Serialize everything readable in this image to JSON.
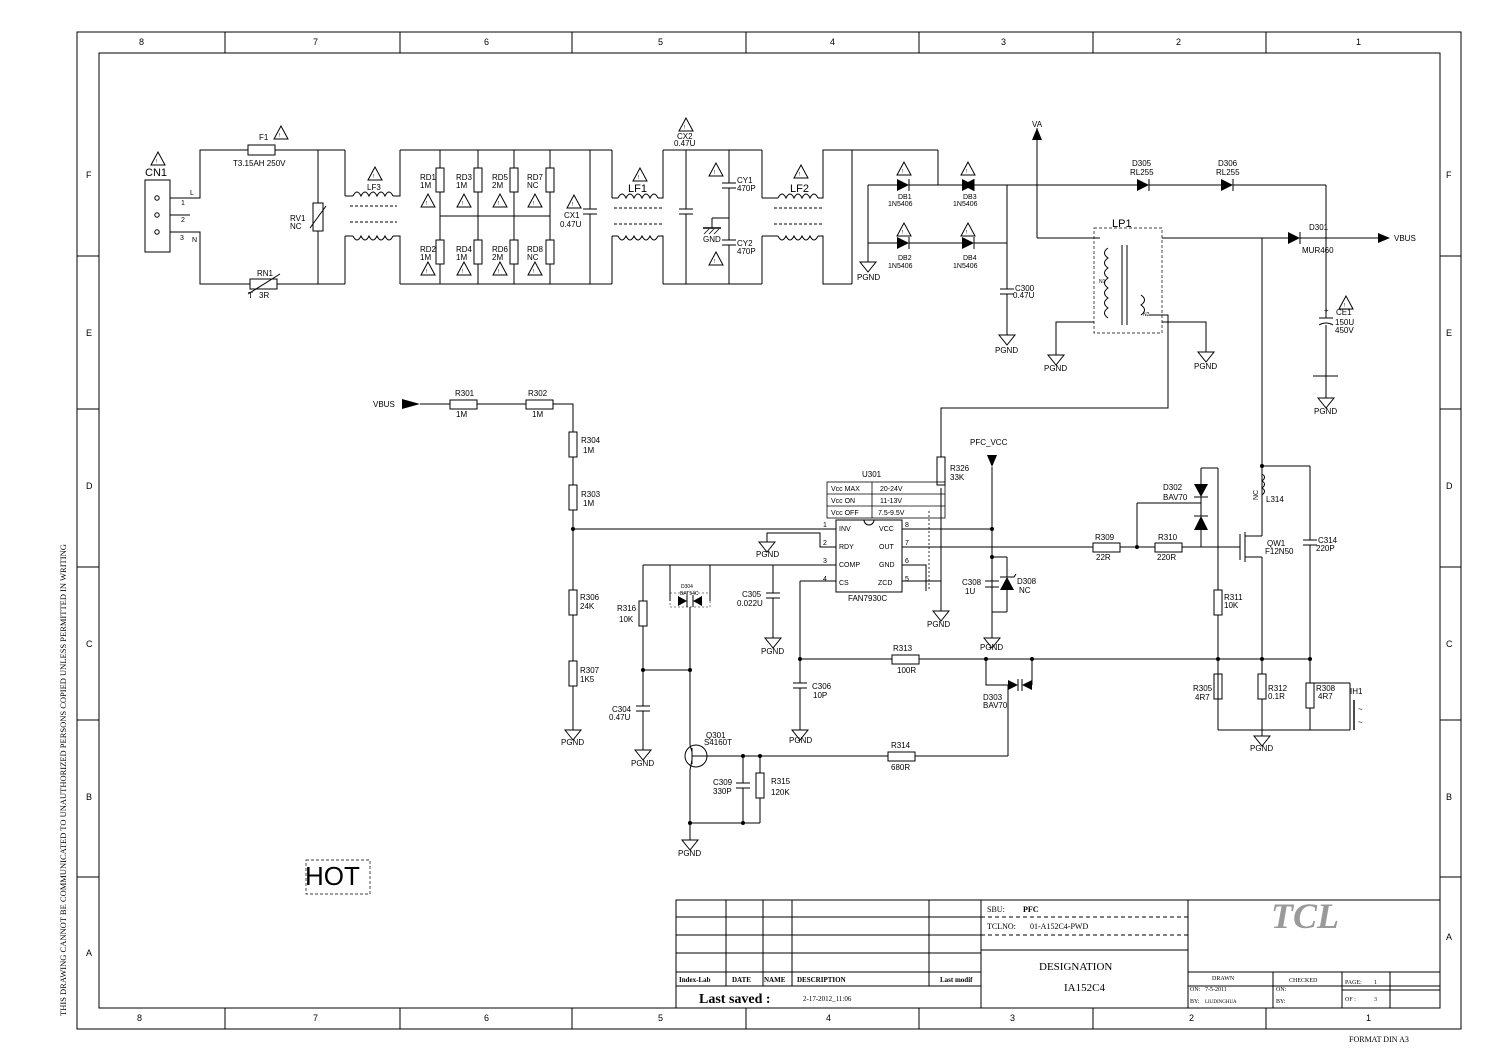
{
  "frame": {
    "columns": [
      "8",
      "7",
      "6",
      "5",
      "4",
      "3",
      "2",
      "1"
    ],
    "rows": [
      "F",
      "E",
      "D",
      "C",
      "B",
      "A"
    ],
    "side_note": "THIS DRAWING CANNOT BE COMMUNICATED TO UNAUTHORIZED PERSONS COPIED UNLESS PERMITTED IN WRITING",
    "format": "FORMAT DIN A3"
  },
  "hot_label": "HOT",
  "components": {
    "cn1": {
      "ref": "CN1",
      "pins": [
        "1",
        "2",
        "3"
      ],
      "l": "L",
      "n": "N"
    },
    "f1": {
      "ref": "F1",
      "value": "T3.15AH 250V"
    },
    "rv1": {
      "ref": "RV1",
      "value": "NC"
    },
    "rn1": {
      "ref": "RN1",
      "value": "3R",
      "t": "T"
    },
    "lf3": {
      "ref": "LF3"
    },
    "lf1": {
      "ref": "LF1"
    },
    "lf2": {
      "ref": "LF2"
    },
    "rd": [
      {
        "ref": "RD1",
        "value": "1M"
      },
      {
        "ref": "RD3",
        "value": "1M"
      },
      {
        "ref": "RD5",
        "value": "2M"
      },
      {
        "ref": "RD7",
        "value": "NC"
      },
      {
        "ref": "RD2",
        "value": "1M"
      },
      {
        "ref": "RD4",
        "value": "1M"
      },
      {
        "ref": "RD6",
        "value": "2M"
      },
      {
        "ref": "RD8",
        "value": "NC"
      }
    ],
    "cx1": {
      "ref": "CX1",
      "value": "0.47U"
    },
    "cx2": {
      "ref": "CX2",
      "value": "0.47U"
    },
    "cy1": {
      "ref": "CY1",
      "value": "470P"
    },
    "cy2": {
      "ref": "CY2",
      "value": "470P"
    },
    "db": [
      {
        "ref": "DB1",
        "value": "1N5406"
      },
      {
        "ref": "DB3",
        "value": "1N5406"
      },
      {
        "ref": "DB2",
        "value": "1N5406"
      },
      {
        "ref": "DB4",
        "value": "1N5406"
      }
    ],
    "c300": {
      "ref": "C300",
      "value": "0.47U"
    },
    "va": "VA",
    "d305": {
      "ref": "D305",
      "value": "RL255"
    },
    "d306": {
      "ref": "D306",
      "value": "RL255"
    },
    "lp1": {
      "ref": "LP1",
      "n1": "N1",
      "n2": "N2"
    },
    "d301": {
      "ref": "D301",
      "value": "MUR460"
    },
    "vbus_out": "VBUS",
    "ce1": {
      "ref": "CE1",
      "value1": "150U",
      "value2": "450V"
    },
    "vbus_in": "VBUS",
    "r301": {
      "ref": "R301",
      "value": "1M"
    },
    "r302": {
      "ref": "R302",
      "value": "1M"
    },
    "r304": {
      "ref": "R304",
      "value": "1M"
    },
    "r303": {
      "ref": "R303",
      "value": "1M"
    },
    "r306": {
      "ref": "R306",
      "value": "24K"
    },
    "r307": {
      "ref": "R307",
      "value": "1K5"
    },
    "r326": {
      "ref": "R326",
      "value": "33K"
    },
    "pfc_vcc": "PFC_VCC",
    "u301": {
      "ref": "U301",
      "part": "FAN7930C",
      "table": [
        [
          "Vcc MAX",
          "20-24V"
        ],
        [
          "Vcc ON",
          "11-13V"
        ],
        [
          "Vcc OFF",
          "7.5-9.5V"
        ]
      ],
      "left_pins": [
        [
          "1",
          "INV"
        ],
        [
          "2",
          "RDY"
        ],
        [
          "3",
          "COMP"
        ],
        [
          "4",
          "CS"
        ]
      ],
      "right_pins": [
        [
          "8",
          "VCC"
        ],
        [
          "7",
          "OUT"
        ],
        [
          "6",
          "GND"
        ],
        [
          "5",
          "ZCD"
        ]
      ]
    },
    "d302": {
      "ref": "D302",
      "value": "BAV70"
    },
    "l314": {
      "ref": "L314",
      "value": "NC"
    },
    "r309": {
      "ref": "R309",
      "value": "22R"
    },
    "r310": {
      "ref": "R310",
      "value": "220R"
    },
    "qw1": {
      "ref": "QW1",
      "value": "F12N50"
    },
    "c314": {
      "ref": "C314",
      "value": "220P"
    },
    "c308": {
      "ref": "C308",
      "value": "1U"
    },
    "d308": {
      "ref": "D308",
      "value": "NC"
    },
    "r311": {
      "ref": "R311",
      "value": "10K"
    },
    "d304": {
      "ref": "D304",
      "value": "BAT54C"
    },
    "r316": {
      "ref": "R316",
      "value": "10K"
    },
    "c305": {
      "ref": "C305",
      "value": "0.022U"
    },
    "r313": {
      "ref": "R313",
      "value": "100R"
    },
    "c306": {
      "ref": "C306",
      "value": "10P"
    },
    "d303": {
      "ref": "D303",
      "value": "BAV70"
    },
    "r305": {
      "ref": "R305",
      "value": "4R7"
    },
    "r312": {
      "ref": "R312",
      "value": "0.1R"
    },
    "r308": {
      "ref": "R308",
      "value": "4R7"
    },
    "ih1": {
      "ref": "IH1"
    },
    "c304": {
      "ref": "C304",
      "value": "0.47U"
    },
    "q301": {
      "ref": "Q301",
      "value": "S4160T"
    },
    "c309": {
      "ref": "C309",
      "value": "330P"
    },
    "r315": {
      "ref": "R315",
      "value": "120K"
    },
    "r314": {
      "ref": "R314",
      "value": "680R"
    },
    "gnd_labels": {
      "pgnd": "PGND",
      "gnd": "GND"
    }
  },
  "title_block": {
    "sbu_label": "SBU:",
    "sbu_value": "PFC",
    "tclno_label": "TCLNO:",
    "tclno_value": "01-A152C4-PWD",
    "designation_label": "DESIGNATION",
    "designation_value": "IA152C4",
    "headers": [
      "Index-Lab",
      "DATE",
      "NAME",
      "DESCRIPTION",
      "Last modif"
    ],
    "last_saved_label": "Last saved :",
    "last_saved_value": "2-17-2012_11:06",
    "brand": "TCL",
    "drawn_label": "DRAWN",
    "checked_label": "CHECKED",
    "on_label": "ON:",
    "on_value": "7-5-2011",
    "by_label": "BY:",
    "by_value": "LIUDINGHUA",
    "page_label": "PAGE:",
    "page_value": "1",
    "of_label": "OF :",
    "of_value": "3"
  }
}
